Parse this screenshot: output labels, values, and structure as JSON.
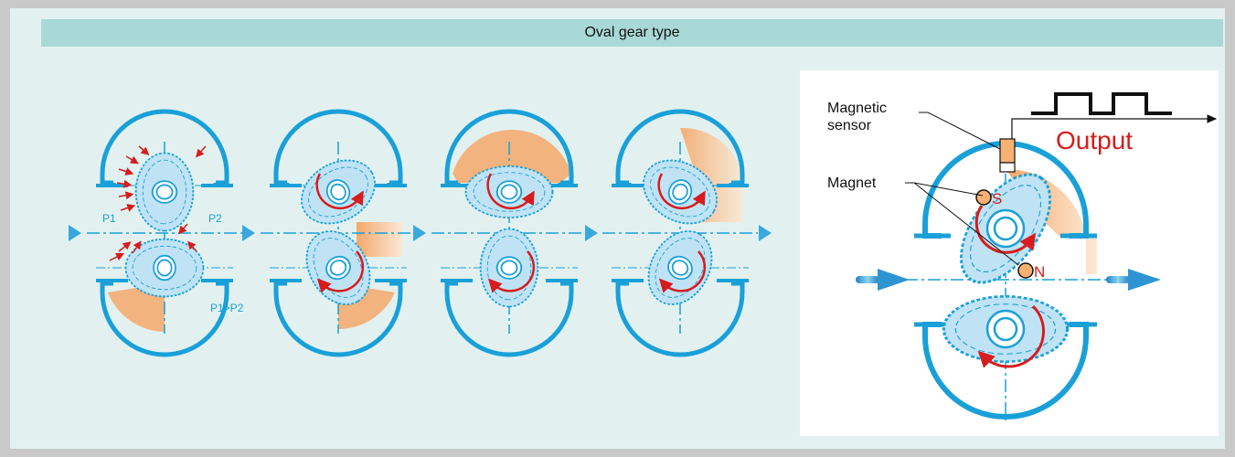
{
  "title": "Oval gear type",
  "stage1": {
    "p1": "P1",
    "p2": "P2",
    "relation": "P1>P2"
  },
  "detail": {
    "sensor_label_line1": "Magnetic",
    "sensor_label_line2": "sensor",
    "magnet_label": "Magnet",
    "output_label": "Output",
    "pole_s": "S",
    "pole_n": "N"
  },
  "colors": {
    "housing": "#1aa0d8",
    "gear_fill": "#bfe3f5",
    "liquid": "#f4a86a",
    "rotation_arrow": "#d61c1c",
    "flow_arrow": "#3aa8dc",
    "header_bg": "#a9d9d7"
  }
}
